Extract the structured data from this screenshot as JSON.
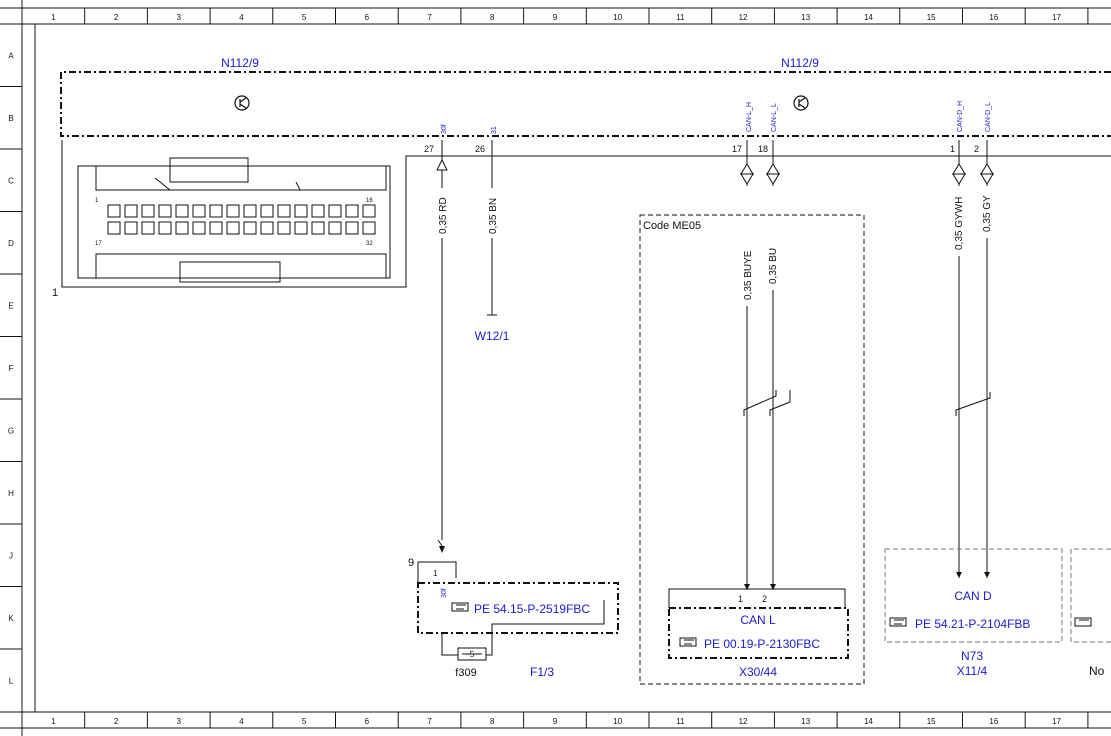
{
  "columns": [
    "1",
    "2",
    "3",
    "4",
    "5",
    "6",
    "7",
    "8",
    "9",
    "10",
    "11",
    "12",
    "13",
    "14",
    "15",
    "16",
    "17"
  ],
  "rows": [
    "A",
    "B",
    "C",
    "D",
    "E",
    "F",
    "G",
    "H",
    "J",
    "K",
    "L"
  ],
  "modules": {
    "left_label": "N112/9",
    "right_label": "N112/9"
  },
  "connector": {
    "ref": "1",
    "pin_first": "1",
    "pin_last_row1": "16",
    "pin_first_row2": "17",
    "pin_last": "32"
  },
  "pins": {
    "p27": {
      "num": "27",
      "name": "30f",
      "wire": "0,35 RD"
    },
    "p26": {
      "num": "26",
      "name": "31",
      "wire": "0,35 BN"
    },
    "p17": {
      "num": "17",
      "name": "CAN-L_H",
      "wire": "0,35 BUYE"
    },
    "p18": {
      "num": "18",
      "name": "CAN-L_L",
      "wire": "0,35 BU"
    },
    "p1": {
      "num": "1",
      "name": "CAN-D_H",
      "wire": "0,35 GYWH"
    },
    "p2": {
      "num": "2",
      "name": "CAN-D_L",
      "wire": "0,35 GY"
    }
  },
  "ground": "W12/1",
  "code_box": "Code ME05",
  "fuse_block": {
    "pin9": "9",
    "pin1": "1",
    "pin_name": "30f",
    "ref": "PE 54.15-P-2519FBC",
    "fuse_num": "5",
    "fuse_id": "f309",
    "fuse_loc": "F1/3"
  },
  "can_l_box": {
    "pin1": "1",
    "pin2": "2",
    "label": "CAN L",
    "ref": "PE 00.19-P-2130FBC",
    "id": "X30/44"
  },
  "can_d_box": {
    "label": "CAN D",
    "ref": "PE 54.21-P-2104FBB",
    "id1": "N73",
    "id2": "X11/4"
  },
  "cut_off": {
    "ref_prefix": "☞",
    "label": "No"
  },
  "icon": "transistor-icon",
  "colors": {
    "blue": "#1a1ad4",
    "line": "#111111"
  }
}
